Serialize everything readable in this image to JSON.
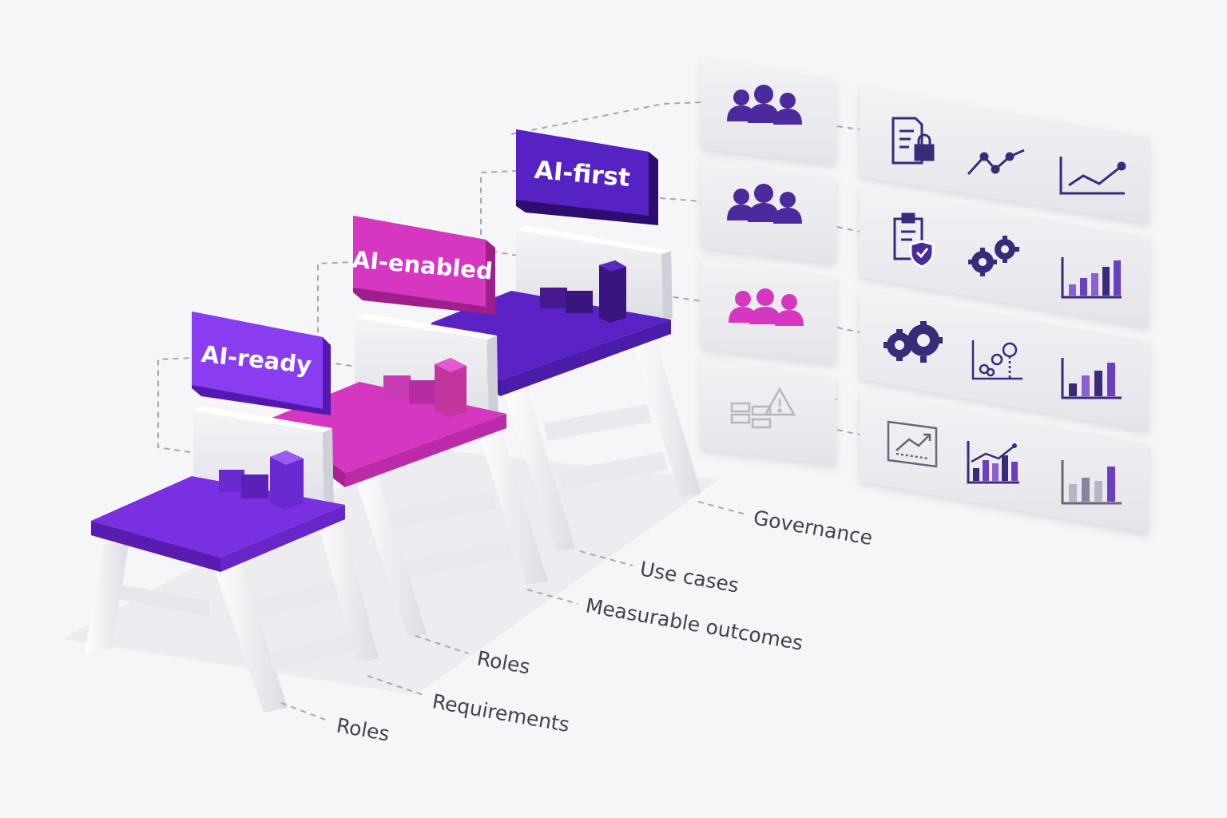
{
  "stages": [
    {
      "label": "AI-ready",
      "color": "#7a2fe0"
    },
    {
      "label": "AI-enabled",
      "color": "#d637c0"
    },
    {
      "label": "AI-first",
      "color": "#5a22c4"
    }
  ],
  "callouts": [
    "Roles",
    "Requirements",
    "Roles",
    "Measurable outcomes",
    "Use cases",
    "Governance"
  ],
  "matrix": {
    "rows": [
      {
        "team_icon": "team-icon",
        "team_color": "#4a2a9c",
        "icons": [
          "document-lock-icon",
          "line-chart-icon",
          "trend-chart-icon"
        ]
      },
      {
        "team_icon": "team-icon",
        "team_color": "#4a2a9c",
        "icons": [
          "clipboard-shield-icon",
          "gears-icon",
          "bar-chart-icon"
        ]
      },
      {
        "team_icon": "team-icon",
        "team_color": "#d637c0",
        "icons": [
          "gears-icon",
          "scatter-chart-icon",
          "bar-chart-icon"
        ]
      },
      {
        "team_icon": "blocks-warning-icon",
        "team_color": "#b5b5bd",
        "icons": [
          "trend-screen-icon",
          "bar-trend-icon",
          "bar-chart-icon"
        ]
      }
    ]
  },
  "colors": {
    "background": "#f6f6f8",
    "ink": "#45404f",
    "dark_purple": "#4a2a9c",
    "purple": "#7a2fe0",
    "magenta": "#d637c0",
    "light_gray": "#ececf0"
  }
}
